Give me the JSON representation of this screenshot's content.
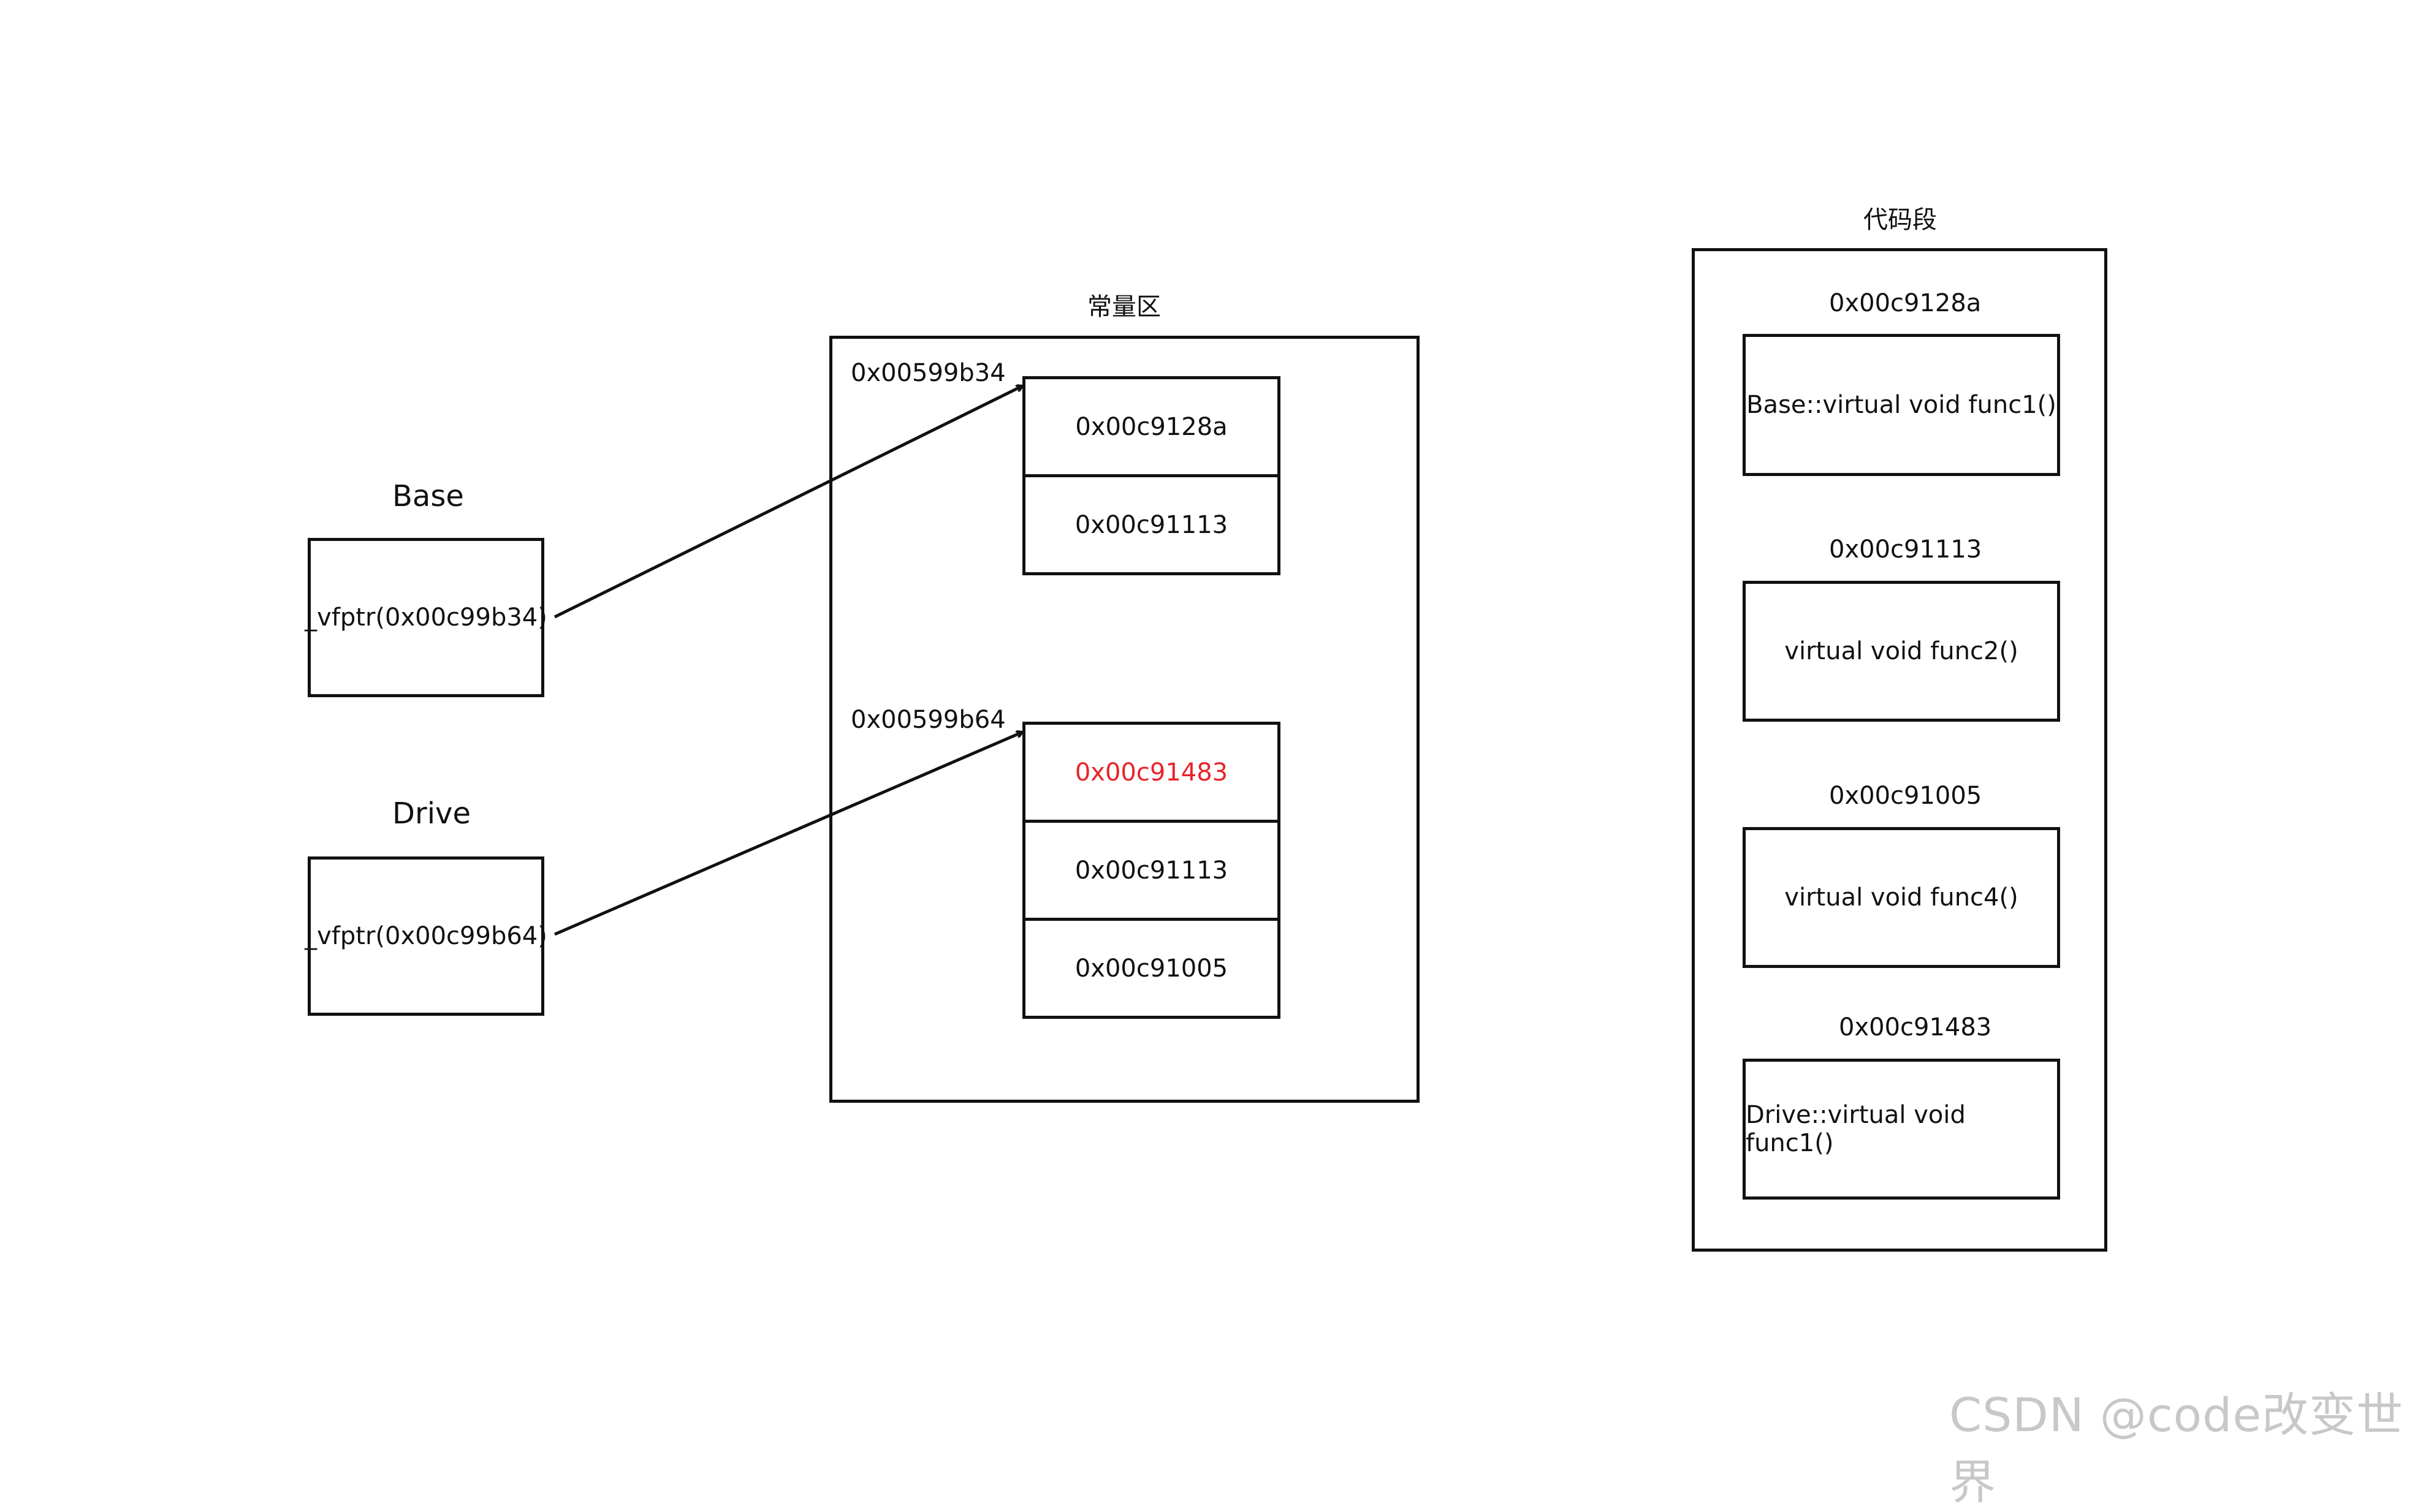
{
  "objects": {
    "base": {
      "title": "Base",
      "vfptr": "_vfptr(0x00c99b34)"
    },
    "drive": {
      "title": "Drive",
      "vfptr": "_vfptr(0x00c99b64)"
    }
  },
  "const_area": {
    "title": "常量区",
    "vtable_base": {
      "address": "0x00599b34",
      "entries": [
        "0x00c9128a",
        "0x00c91113"
      ]
    },
    "vtable_drive": {
      "address": "0x00599b64",
      "entries": [
        "0x00c91483",
        "0x00c91113",
        "0x00c91005"
      ],
      "highlight_color": "#e8232a"
    }
  },
  "code_area": {
    "title": "代码段",
    "functions": [
      {
        "address": "0x00c9128a",
        "label": "Base::virtual void func1()"
      },
      {
        "address": "0x00c91113",
        "label": "virtual void func2()"
      },
      {
        "address": "0x00c91005",
        "label": "virtual void func4()"
      },
      {
        "address": "0x00c91483",
        "label": "Drive::virtual void func1()"
      }
    ]
  },
  "watermark": "CSDN @code改变世界"
}
